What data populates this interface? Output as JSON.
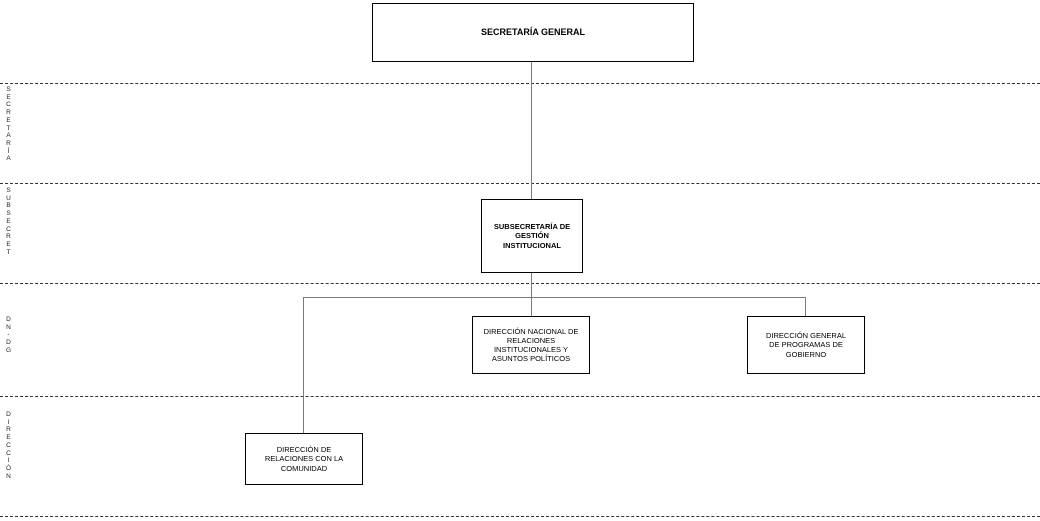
{
  "levels": [
    {
      "label": "SECRETARÍA"
    },
    {
      "label": "SUBSECRET"
    },
    {
      "label": "DN-DG"
    },
    {
      "label": "DIRECCIÓN"
    }
  ],
  "nodes": {
    "secretaria_general": "SECRETARÍA GENERAL",
    "subsecretaria": "SUBSECRETARÍA DE GESTIÓN INSTITUCIONAL",
    "dn_relaciones": "DIRECCIÓN NACIONAL DE RELACIONES INSTITUCIONALES Y ASUNTOS POLÍTICOS",
    "dg_programas": "DIRECCIÓN GENERAL DE PROGRAMAS DE GOBIERNO",
    "d_comunidad": "DIRECCIÓN DE RELACIONES CON LA COMUNIDAD"
  }
}
